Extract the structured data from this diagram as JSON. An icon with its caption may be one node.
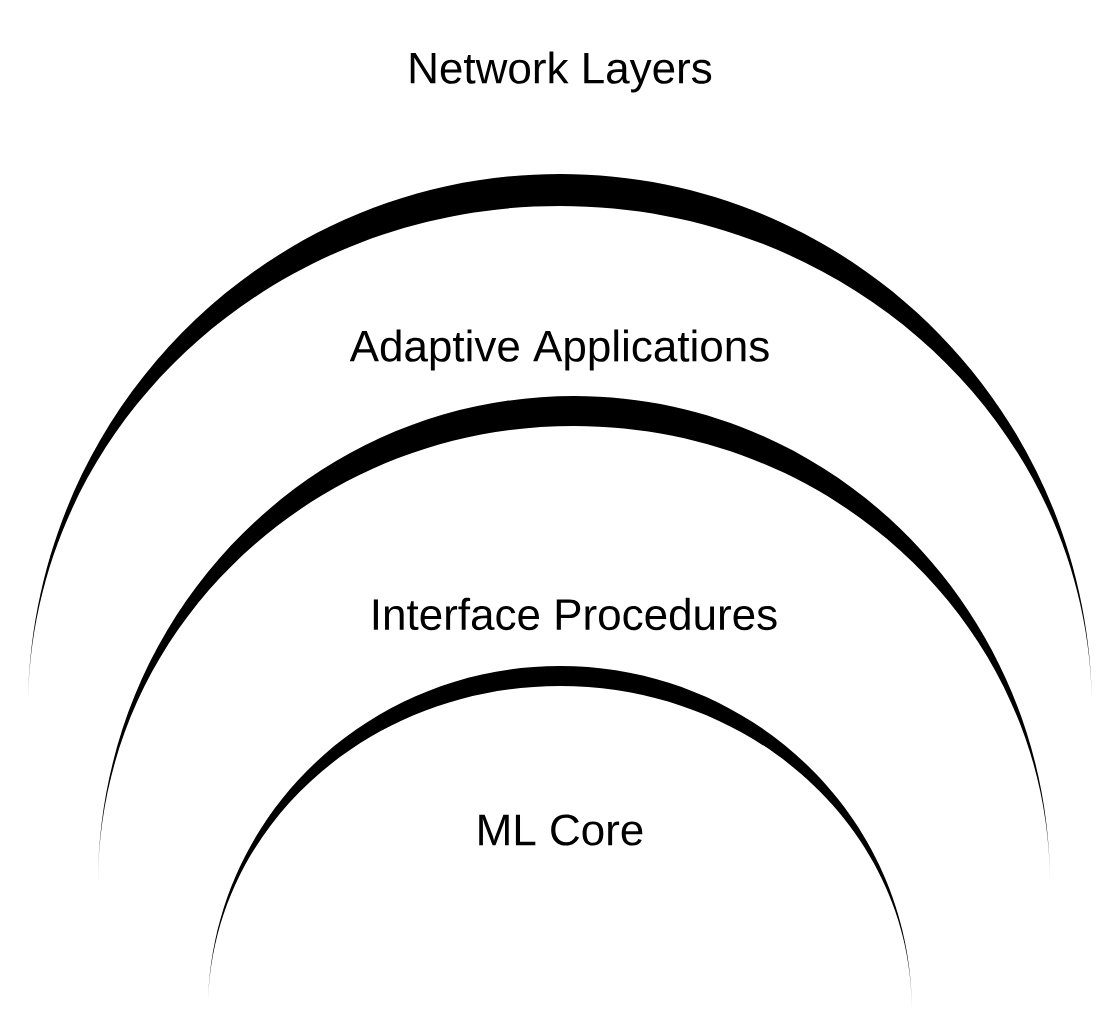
{
  "diagram": {
    "title": "Network Layers",
    "nodes": [
      {
        "text": [
          "Adaptive Applications"
        ]
      },
      {
        "text": [
          "Interface Procedures"
        ]
      },
      {
        "text": [
          "ML Core"
        ]
      }
    ]
  }
}
